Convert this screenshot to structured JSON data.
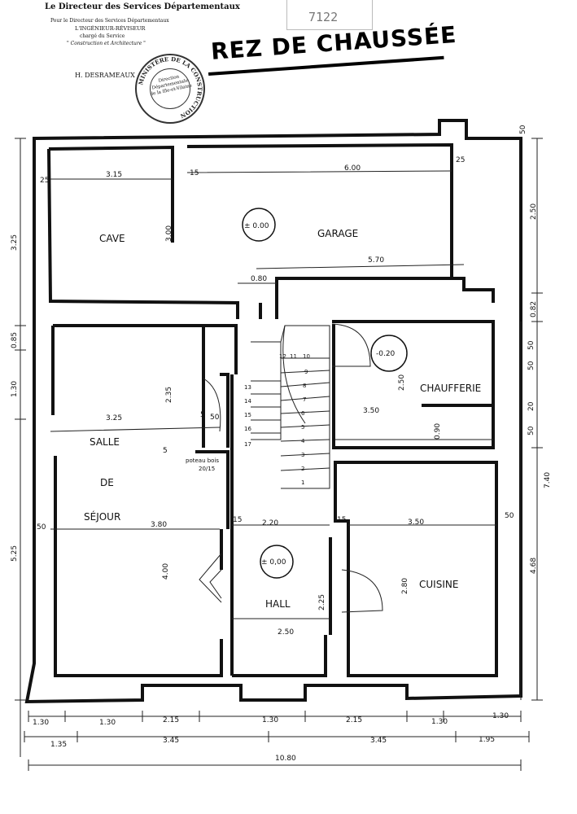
{
  "header": {
    "line1": "Le Directeur des Services Départementaux",
    "line2": "Pour le Directeur des Services Départementaux",
    "line3": "L'INGÉNIEUR-RÉVISEUR",
    "line4": "chargé du Service",
    "line5": "\" Construction et Architecture \"",
    "signature": "H. DESRAMEAUX",
    "doc_number": "7122"
  },
  "stamp": {
    "ring_text": "MINISTÈRE DE LA CONSTRUCTION",
    "line1": "Direction",
    "line2": "Départementale",
    "line3": "de la Ille-et-Vilaine"
  },
  "title": "REZ DE CHAUSSÉE",
  "rooms": {
    "cave": "CAVE",
    "garage": "GARAGE",
    "salle": "SALLE",
    "de": "DE",
    "sejour": "SÉJOUR",
    "hall": "HALL",
    "chaufferie": "CHAUFFERIE",
    "cuisine": "CUISINE"
  },
  "levels": {
    "garage": "± 0.00",
    "hall": "± 0,00",
    "chaufferie": "-0.20"
  },
  "notes": {
    "poteau_line1": "poteau bois",
    "poteau_line2": "20/15"
  },
  "dimensions": {
    "cave_width": "3.15",
    "garage_width": "6.00",
    "cave_height": "3.00",
    "garage_lower": "5.70",
    "passage": "0.80",
    "salle_top": "3.25",
    "salle_bottom": "3.80",
    "salle_height": "4.00",
    "salle_upper": "2.35",
    "chaufferie_width": "3.50",
    "chaufferie_height": "2.50",
    "chaufferie_lower": "0.90",
    "hall_top": "2.20",
    "hall_bottom": "2.50",
    "hall_side": "2.25",
    "cuisine_width": "3.50",
    "cuisine_height": "2.80",
    "v_325": "3.25",
    "v_085": "0.85",
    "v_130": "1.30",
    "v_525": "5.25",
    "r_082": "0.82",
    "r_740": "7.40",
    "r_468": "4.68",
    "r_250": "2.50",
    "r_50": "50",
    "r_20": "20",
    "w15": "15",
    "w25": "25",
    "w50": "50",
    "w5": "5",
    "b1": [
      "1.30",
      "1.30",
      "2.15",
      "1.30",
      "2.15",
      "1.30",
      "1.30"
    ],
    "b2": [
      "1.35",
      "3.45",
      "3.45",
      "1.95"
    ],
    "total": "10.80"
  },
  "stairs": [
    "1",
    "2",
    "3",
    "4",
    "5",
    "6",
    "7",
    "8",
    "9",
    "10",
    "11",
    "12",
    "13",
    "14",
    "15",
    "16",
    "17"
  ]
}
